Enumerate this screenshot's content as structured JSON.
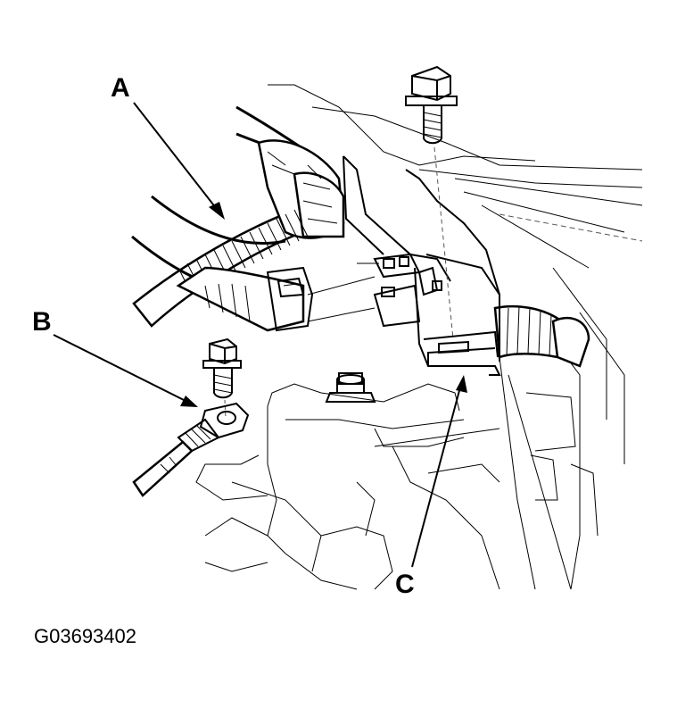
{
  "figure_id": "G03693402",
  "callouts": {
    "a": "A",
    "b": "B",
    "c": "C"
  }
}
